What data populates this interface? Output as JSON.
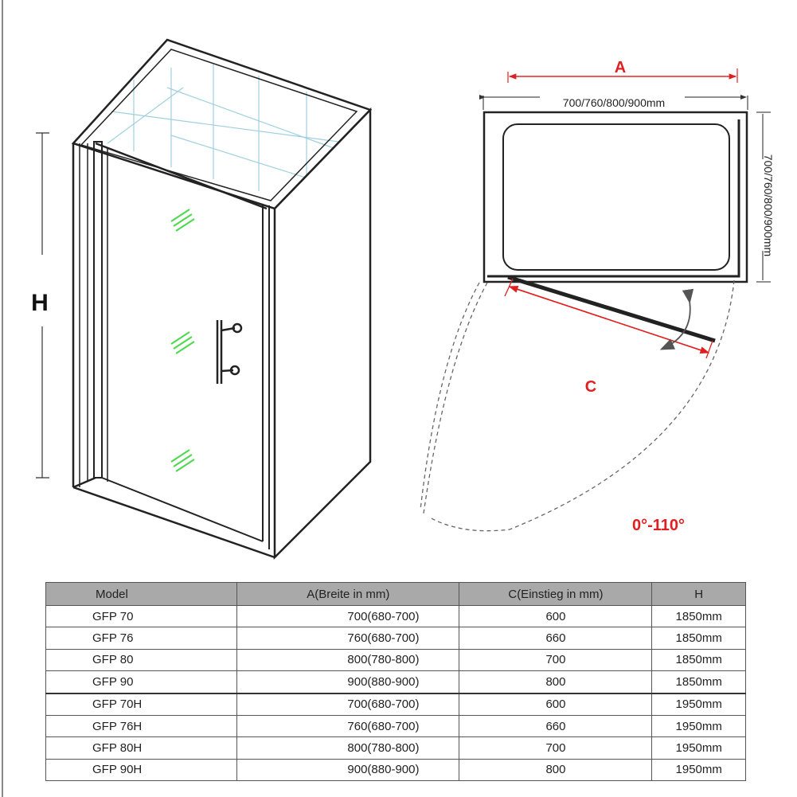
{
  "labels": {
    "height_H": "H",
    "width_A": "A",
    "width_dim": "700/760/800/900mm",
    "depth_dim": "700/760/800/900mm",
    "entry_C": "C",
    "angle": "0°-110°"
  },
  "colors": {
    "accent_red": "#e02020",
    "glass_mark_green": "#4cd94c",
    "tile_blue": "#9fd0e0",
    "header_gray": "#a9a9a9"
  },
  "table": {
    "headers": [
      "Model",
      "A(Breite in mm)",
      "C(Einstieg in mm)",
      "H"
    ],
    "rows": [
      [
        "GFP  70",
        "700(680-700)",
        "600",
        "1850mm"
      ],
      [
        "GFP  76",
        "760(680-700)",
        "660",
        "1850mm"
      ],
      [
        "GFP  80",
        "800(780-800)",
        "700",
        "1850mm"
      ],
      [
        "GFP  90",
        "900(880-900)",
        "800",
        "1850mm"
      ],
      [
        "GFP  70H",
        "700(680-700)",
        "600",
        "1950mm"
      ],
      [
        "GFP  76H",
        "760(680-700)",
        "660",
        "1950mm"
      ],
      [
        "GFP  80H",
        "800(780-800)",
        "700",
        "1950mm"
      ],
      [
        "GFP  90H",
        "900(880-900)",
        "800",
        "1950mm"
      ]
    ]
  }
}
